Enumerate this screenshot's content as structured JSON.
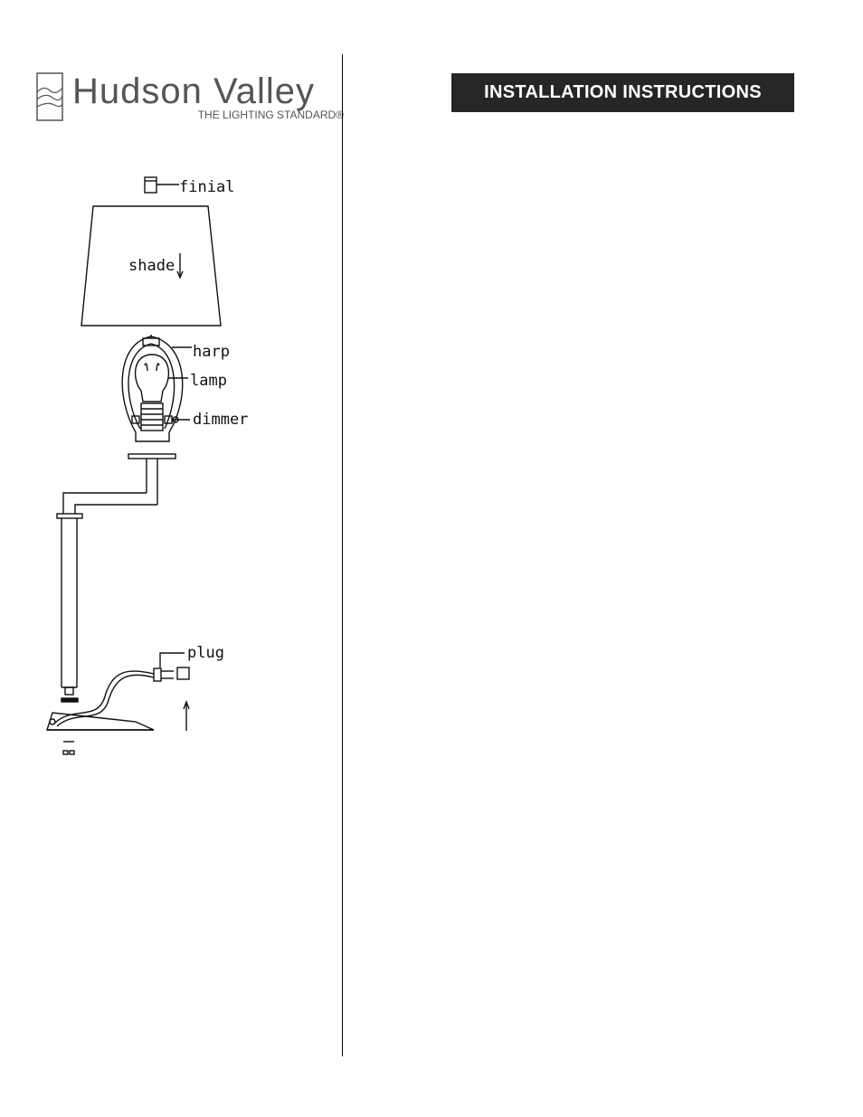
{
  "header": {
    "brand": "Hudson Valley",
    "tagline": "THE LIGHTING STANDARD®",
    "title": "INSTALLATION INSTRUCTIONS"
  },
  "diagram": {
    "labels": {
      "finial": "finial",
      "shade": "shade",
      "harp": "harp",
      "lamp": "lamp",
      "dimmer": "dimmer",
      "plug": "plug"
    }
  }
}
